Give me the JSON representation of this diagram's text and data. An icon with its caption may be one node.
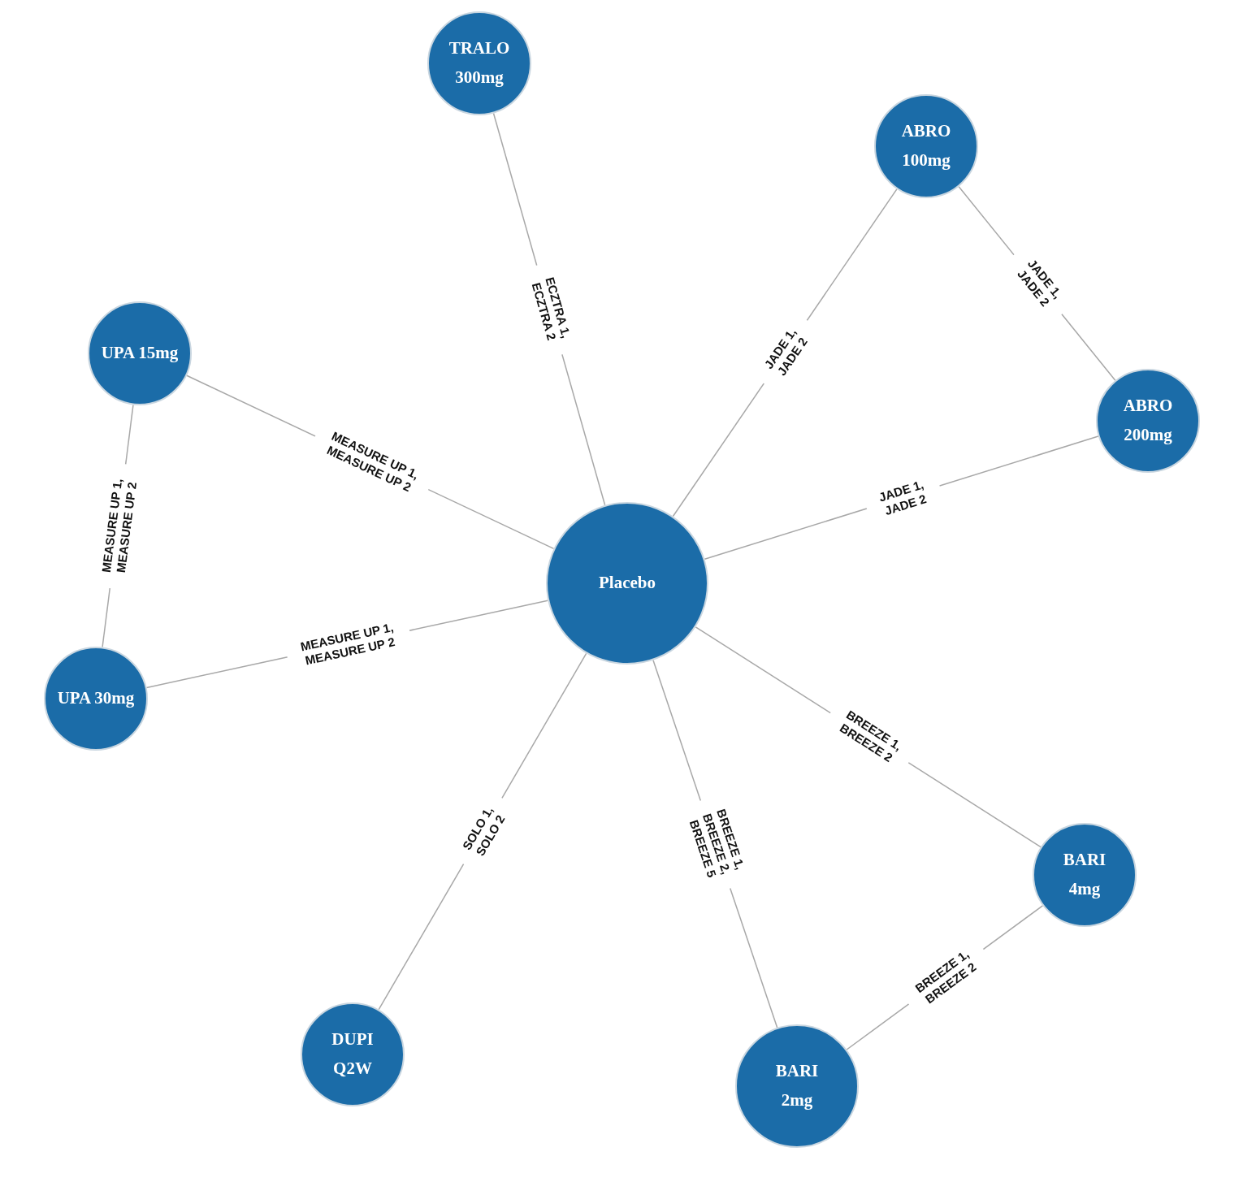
{
  "diagram": {
    "nodes": [
      {
        "text": [
          "TRALO 300mg"
        ]
      },
      {
        "text": [
          "ABRO 100mg"
        ]
      },
      {
        "text": [
          "UPA 15mg"
        ]
      },
      {
        "text": [
          "ABRO 200mg"
        ]
      },
      {
        "text": [
          "Placebo"
        ]
      },
      {
        "text": [
          "UPA 30mg"
        ]
      },
      {
        "text": [
          "BARI 4mg"
        ]
      },
      {
        "text": [
          "DUPI Q2W"
        ]
      },
      {
        "text": [
          "BARI 2mg"
        ]
      }
    ],
    "edges": [
      {
        "from": 0,
        "to": 4,
        "arrow": "none",
        "label": "ECZTRA 1, ECZTRA 2"
      },
      {
        "from": 1,
        "to": 4,
        "arrow": "none",
        "label": "JADE 1, JADE 2"
      },
      {
        "from": 1,
        "to": 3,
        "arrow": "none",
        "label": "JADE 1, JADE 2"
      },
      {
        "from": 3,
        "to": 4,
        "arrow": "none",
        "label": "JADE 1, JADE 2"
      },
      {
        "from": 2,
        "to": 4,
        "arrow": "none",
        "label": "MEASURE UP 1, MEASURE UP 2"
      },
      {
        "from": 2,
        "to": 5,
        "arrow": "none",
        "label": "MEASURE UP 1, MEASURE UP 2"
      },
      {
        "from": 5,
        "to": 4,
        "arrow": "none",
        "label": "MEASURE UP 1, MEASURE UP 2"
      },
      {
        "from": 4,
        "to": 6,
        "arrow": "none",
        "label": "BREEZE 1, BREEZE 2"
      },
      {
        "from": 4,
        "to": 8,
        "arrow": "none",
        "label": "BREEZE 1, BREEZE 2, BREEZE 5"
      },
      {
        "from": 6,
        "to": 8,
        "arrow": "none",
        "label": "BREEZE 1, BREEZE 2"
      },
      {
        "from": 4,
        "to": 7,
        "arrow": "none",
        "label": "SOLO 1, SOLO 2"
      }
    ]
  }
}
